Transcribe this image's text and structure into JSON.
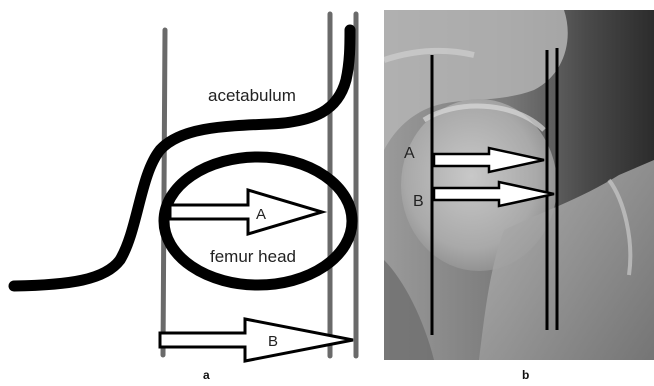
{
  "panel_a": {
    "caption": "a",
    "labels": {
      "acetabulum": "acetabulum",
      "femur_head": "femur head",
      "arrow_a": "A",
      "arrow_b": "B"
    }
  },
  "panel_b": {
    "caption": "b",
    "labels": {
      "arrow_a": "A",
      "arrow_b": "B"
    }
  },
  "colors": {
    "line_gray": "#6a6a6a",
    "curve_black": "#000000",
    "arrow_fill": "#ffffff",
    "xray_dark": "#2a2a2a",
    "xray_light": "#d8d8d8"
  }
}
